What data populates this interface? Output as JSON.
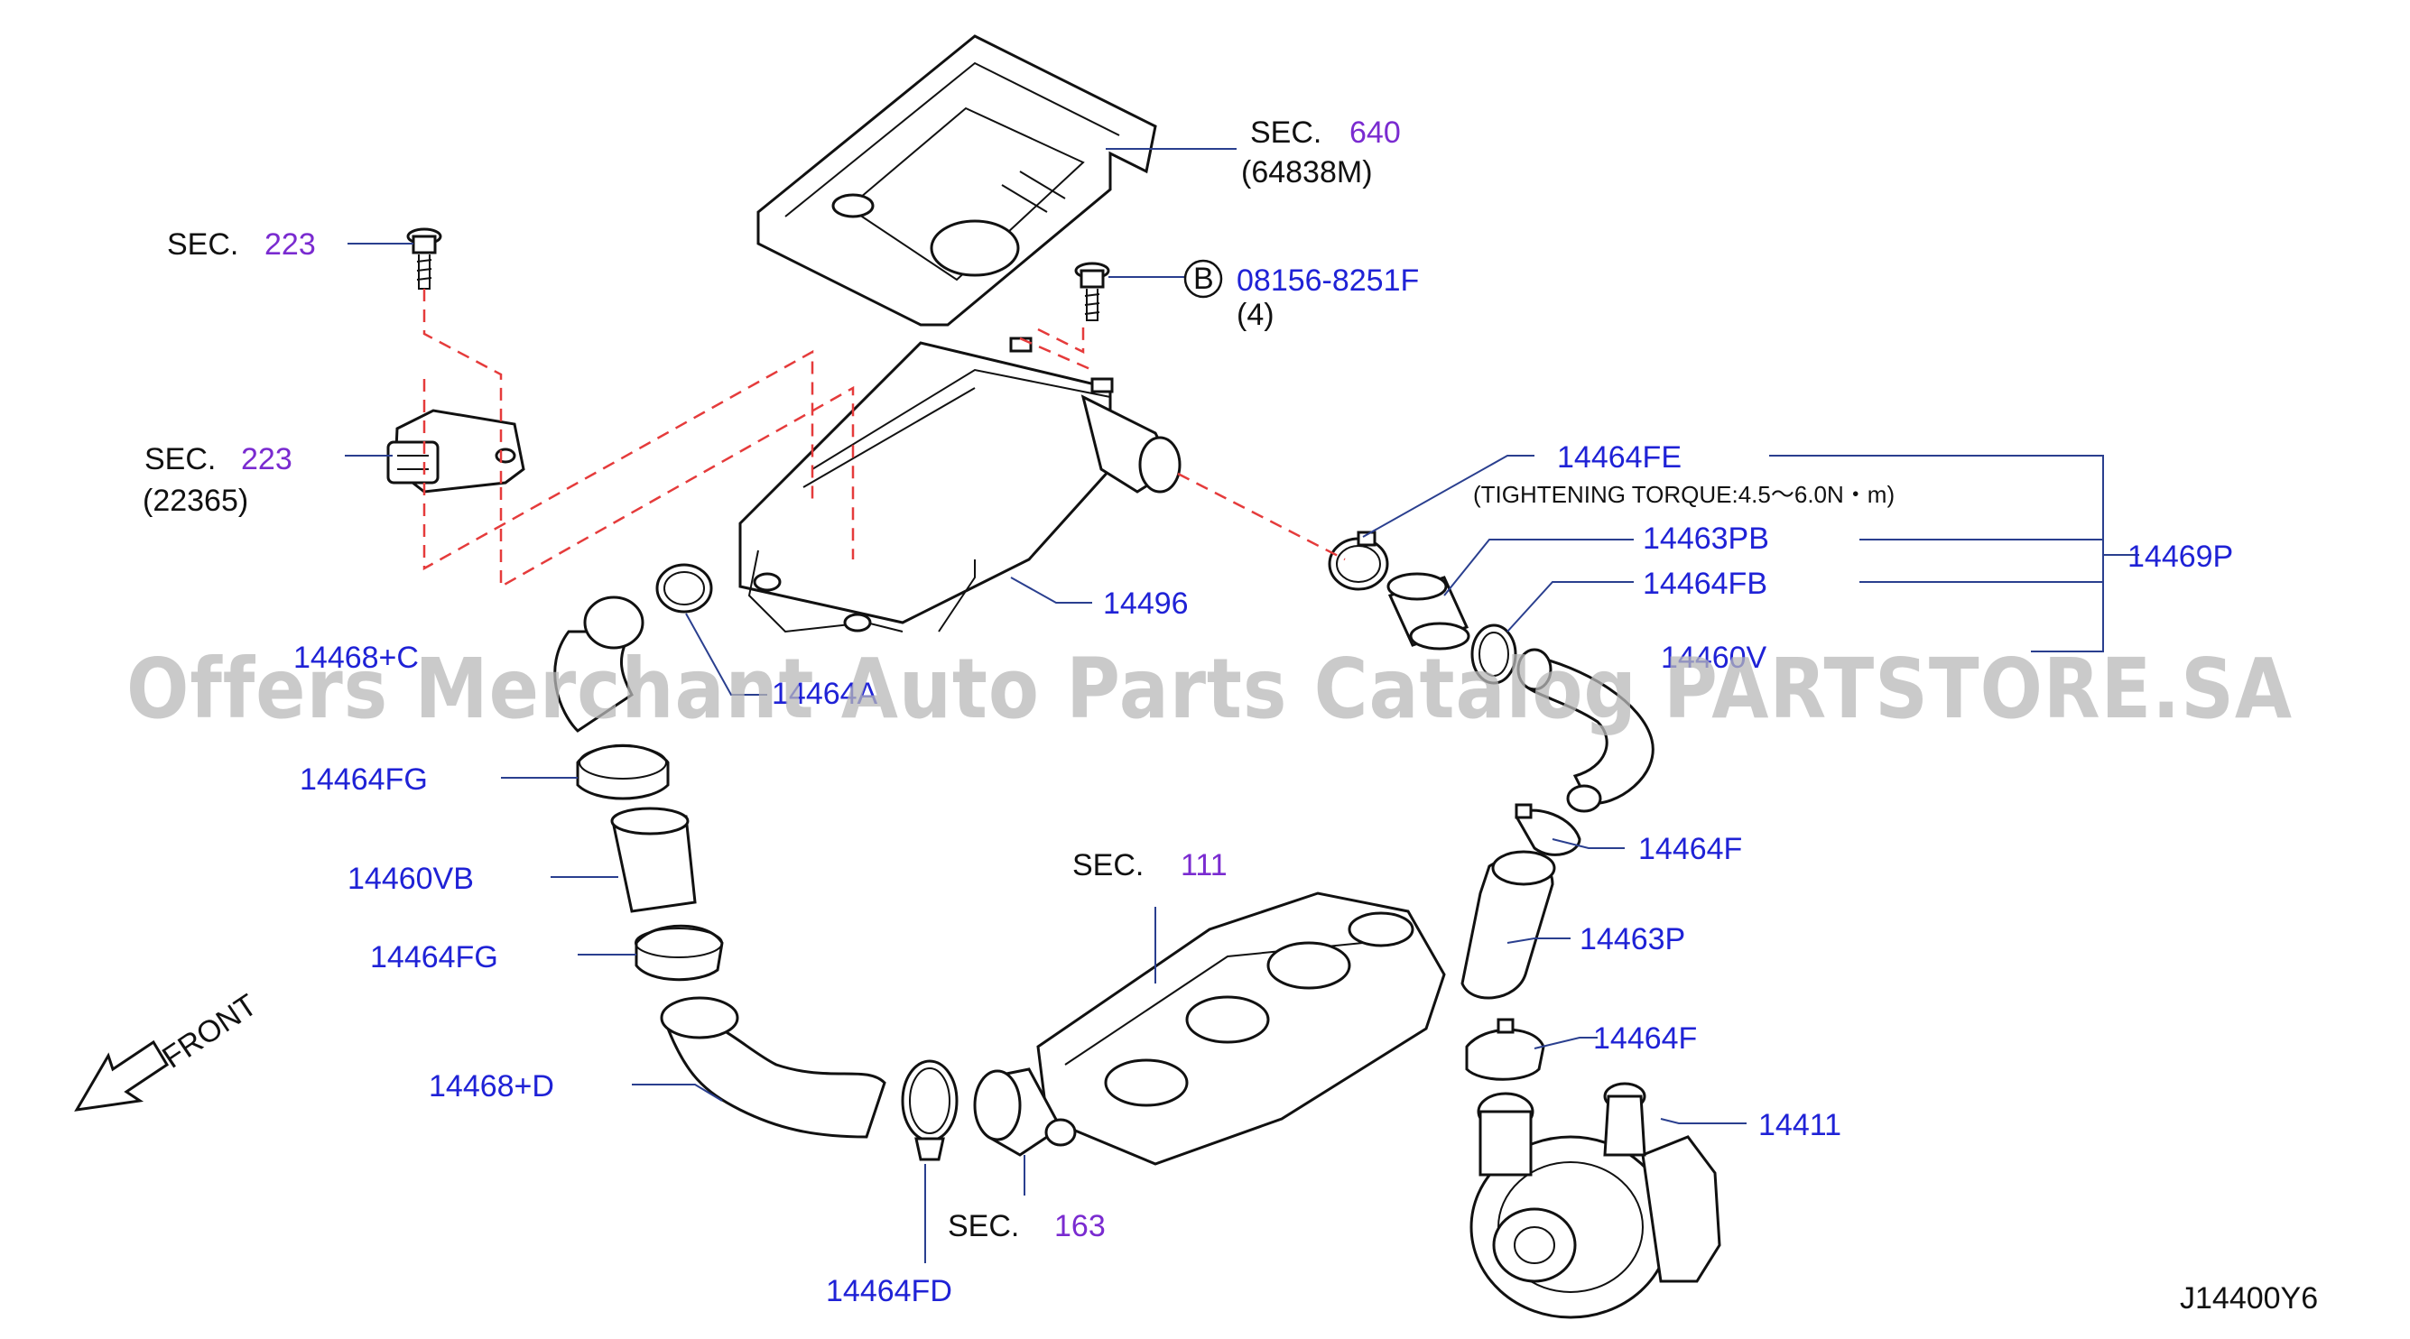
{
  "labels": {
    "sec640_prefix": "SEC.",
    "sec640_num": "640",
    "sec640_sub": "(64838M)",
    "sec223a_prefix": "SEC.",
    "sec223a_num": "223",
    "sec223b_prefix": "SEC.",
    "sec223b_num": "223",
    "sec223b_sub": "(22365)",
    "bolt_circle": "B",
    "bolt_part": "08156-8251F",
    "bolt_qty": "(4)",
    "p14464FE": "14464FE",
    "torque_note": "(TIGHTENING   TORQUE:4.5～6.0N・m)",
    "p14463PB": "14463PB",
    "p14464FB": "14464FB",
    "p14469P": "14469P",
    "p14460V": "14460V",
    "p14496": "14496",
    "p14468C": "14468+C",
    "p14464A": "14464A",
    "p14464FG_top": "14464FG",
    "p14460VB": "14460VB",
    "p14464FG_bot": "14464FG",
    "p14468D": "14468+D",
    "p14464FD": "14464FD",
    "sec111_prefix": "SEC.",
    "sec111_num": "111",
    "sec163_prefix": "SEC.",
    "sec163_num": "163",
    "p14464F_top": "14464F",
    "p14463P": "14463P",
    "p14464F_bot": "14464F",
    "p14411": "14411",
    "front": "FRONT",
    "diagram_code": "J14400Y6",
    "watermark": "Offers Merchant Auto Parts Catalog PARTSTORE.SA"
  },
  "colors": {
    "part_number": "#1f22d6",
    "section_number": "#7a2bd0",
    "text": "#111111",
    "dashed_line": "#e53b3b",
    "leader": "#2a3f8f"
  }
}
